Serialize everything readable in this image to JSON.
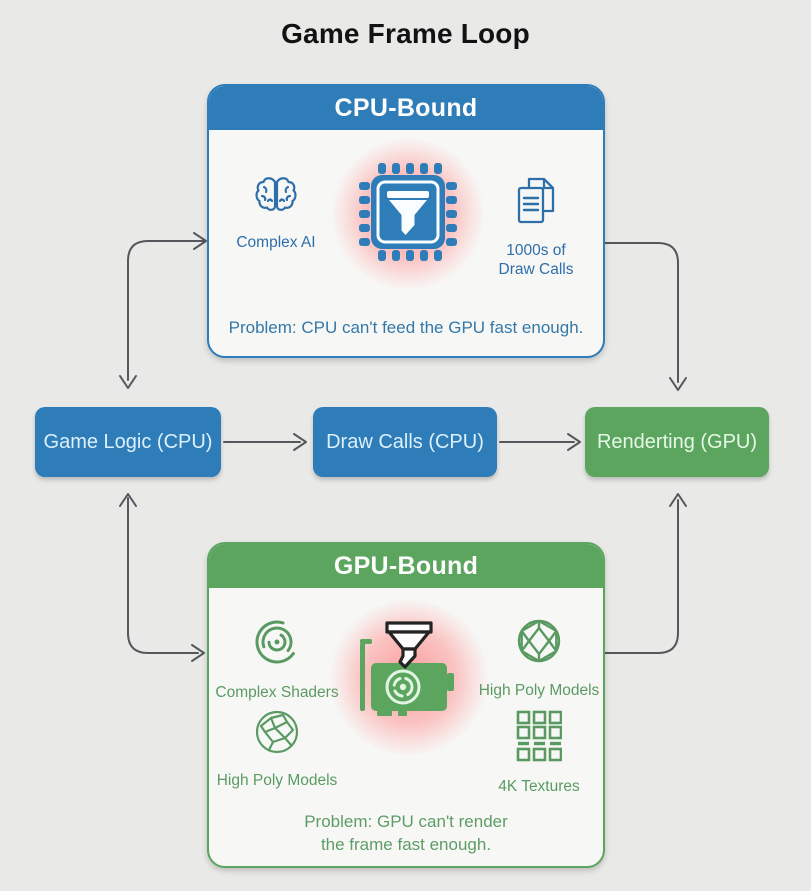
{
  "title": "Game Frame Loop",
  "colors": {
    "background": "#e9e9e7",
    "blue": "#2e7cb8",
    "green": "#5ba55f",
    "blue_text": "#2e6ea9",
    "green_text": "#5a9a62",
    "arrow": "#54585c",
    "bottleneck_glow": "#ff5252"
  },
  "cpu_panel": {
    "header": "CPU-Bound",
    "items": [
      {
        "icon": "brain-icon",
        "label": "Complex AI"
      },
      {
        "icon": "cpu-chip-funnel-icon",
        "label": ""
      },
      {
        "icon": "documents-icon",
        "label_line1": "1000s of",
        "label_line2": "Draw Calls"
      }
    ],
    "problem": "Problem: CPU can't feed the GPU fast enough."
  },
  "flow": {
    "boxes": [
      {
        "label": "Game Logic (CPU)",
        "color": "blue"
      },
      {
        "label": "Draw Calls (CPU)",
        "color": "blue"
      },
      {
        "label": "Renderting (GPU)",
        "color": "green"
      }
    ]
  },
  "gpu_panel": {
    "header": "GPU-Bound",
    "items": [
      {
        "icon": "shader-swirl-icon",
        "label": "Complex Shaders"
      },
      {
        "icon": "gpu-card-funnel-icon",
        "label": ""
      },
      {
        "icon": "wireframe-sphere-icon",
        "label": "High Poly Models"
      },
      {
        "icon": "poly-sphere-icon",
        "label": "High Poly Models"
      },
      {
        "icon": "texture-grid-icon",
        "label": "4K Textures"
      }
    ],
    "problem_line1": "Problem: GPU can't render",
    "problem_line2": "the frame fast enough."
  }
}
